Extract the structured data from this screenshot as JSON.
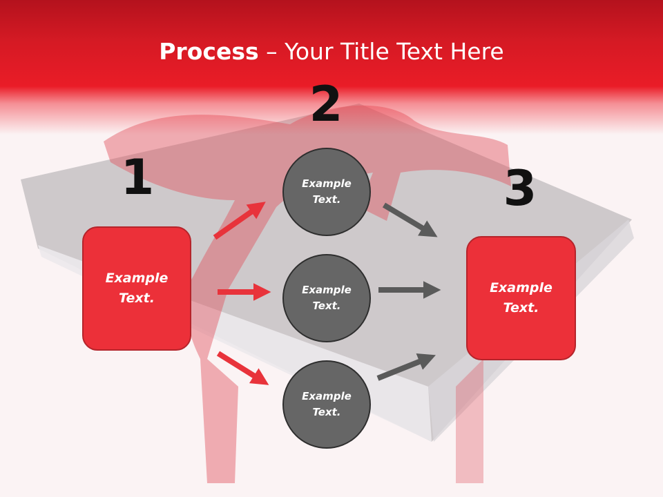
{
  "title": {
    "bold": "Process",
    "separator": " – ",
    "rest": "Your Title Text Here"
  },
  "steps": {
    "one": "1",
    "two": "2",
    "three": "3"
  },
  "left_box": {
    "line1": "Example",
    "line2": "Text."
  },
  "right_box": {
    "line1": "Example",
    "line2": "Text."
  },
  "circles": [
    {
      "line1": "Example",
      "line2": "Text."
    },
    {
      "line1": "Example",
      "line2": "Text."
    },
    {
      "line1": "Example",
      "line2": "Text."
    }
  ],
  "colors": {
    "header_red": "#e81c26",
    "box_red": "#ec3039",
    "circle_gray": "#666666",
    "arrow_red": "#e8333b",
    "arrow_gray": "#5a5a5a"
  }
}
